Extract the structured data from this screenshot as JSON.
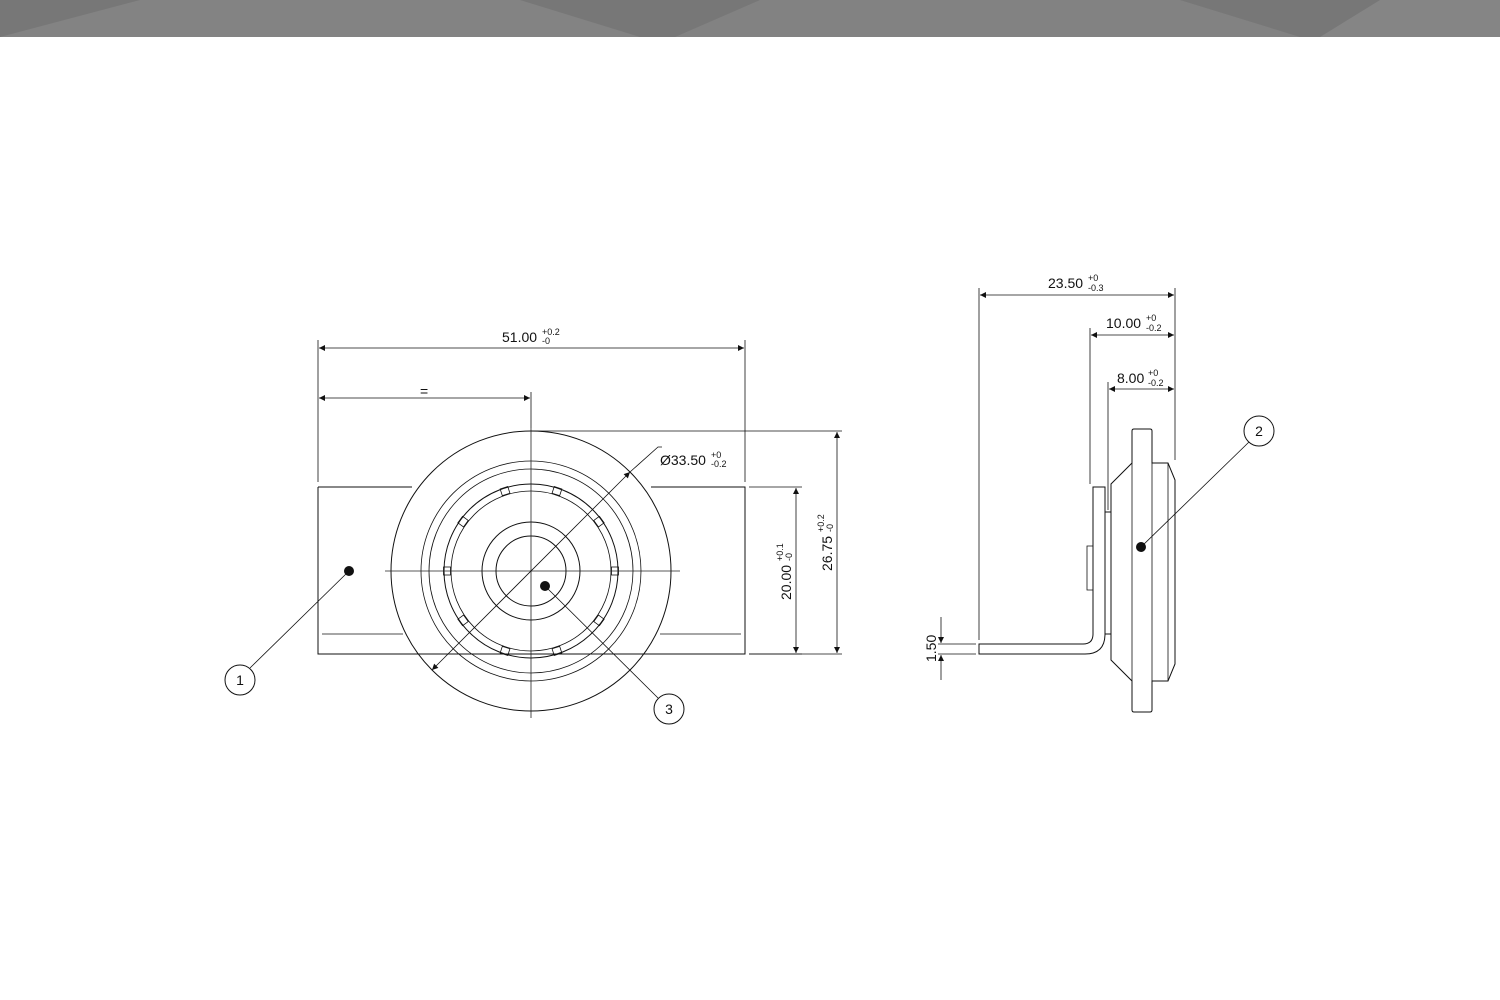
{
  "colors": {
    "band": "#7a7a7a",
    "band_light": "#8a8a8a",
    "line": "#111111",
    "background": "#ffffff"
  },
  "dimensions": {
    "width_overall": {
      "value": "51.00",
      "tol_upper": "+0.2",
      "tol_lower": "-0"
    },
    "half_equal": {
      "value": "="
    },
    "diameter": {
      "symbol": "Ø",
      "value": "33.50",
      "tol_upper": "+0",
      "tol_lower": "-0.2"
    },
    "height_plate": {
      "value": "20.00",
      "tol_upper": "+0.1",
      "tol_lower": "-0"
    },
    "height_overall": {
      "value": "26.75",
      "tol_upper": "+0.2",
      "tol_lower": "-0"
    },
    "depth_overall": {
      "value": "23.50",
      "tol_upper": "+0",
      "tol_lower": "-0.3"
    },
    "depth_flange": {
      "value": "10.00",
      "tol_upper": "+0",
      "tol_lower": "-0.2"
    },
    "depth_body": {
      "value": "8.00",
      "tol_upper": "+0",
      "tol_lower": "-0.2"
    },
    "plate_thickness": {
      "value": "1.50"
    }
  },
  "balloons": [
    {
      "label": "1"
    },
    {
      "label": "2"
    },
    {
      "label": "3"
    }
  ]
}
